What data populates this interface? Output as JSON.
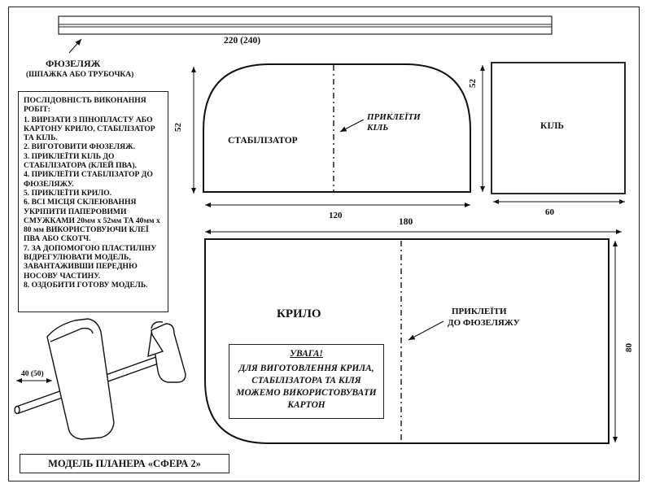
{
  "fuselage": {
    "length_label": "220 (240)",
    "name": "ФЮЗЕЛЯЖ",
    "subtitle": "(ШПАЖКА АБО ТРУБОЧКА)"
  },
  "instructions": {
    "title": "ПОСЛІДОВНІСТЬ ВИКОНАННЯ РОБІТ:",
    "steps": [
      "1. ВИРІЗАТИ З ПІНОПЛАСТУ АБО КАРТОНУ КРИЛО, СТАБІЛІЗАТОР ТА КІЛЬ.",
      "2. ВИГОТОВИТИ ФЮЗЕЛЯЖ.",
      "3. ПРИКЛЕЇТИ КІЛЬ ДО СТАБІЛІЗАТОРА (КЛЕЙ ПВА).",
      "4. ПРИКЛЕЇТИ СТАБІЛІЗАТОР ДО ФЮЗЕЛЯЖУ.",
      "5. ПРИКЛЕЇТИ КРИЛО.",
      "6. ВСІ МІСЦЯ СКЛЕЮВАННЯ УКРІПИТИ ПАПЕРОВИМИ СМУЖКАМИ 20мм х 52мм ТА 40мм х 80 мм ВИКОРИСТОВУЮЧИ КЛЕЇ ПВА АБО СКОТЧ.",
      "7. ЗА ДОПОМОГОЮ ПЛАСТИЛІНУ ВІДРЕГУЛЮВАТИ МОДЕЛЬ, ЗАВАНТАЖИВШИ ПЕРЕДНЮ НОСОВУ ЧАСТИНУ.",
      "8. ОЗДОБИТИ ГОТОВУ МОДЕЛЬ."
    ]
  },
  "stabilizer": {
    "name": "СТАБІЛІЗАТОР",
    "height_label": "52",
    "width_label": "120",
    "note_line1": "ПРИКЛЕЇТИ",
    "note_line2": "КІЛЬ"
  },
  "fin": {
    "name": "КІЛЬ",
    "height_label": "52",
    "width_label": "60"
  },
  "wing": {
    "name": "КРИЛО",
    "width_label": "180",
    "height_label": "80",
    "note_line1": "ПРИКЛЕЇТИ",
    "note_line2": "ДО ФЮЗЕЛЯЖУ"
  },
  "warning": {
    "title": "УВАГА!",
    "text": "ДЛЯ ВИГОТОВЛЕННЯ КРИЛА, СТАБІЛІЗАТОРА ТА КІЛЯ МОЖЕМО ВИКОРИСТОВУВАТИ КАРТОН"
  },
  "model_sketch": {
    "nose_label": "40 (50)"
  },
  "title": "МОДЕЛЬ ПЛАНЕРА «СФЕРА 2»"
}
